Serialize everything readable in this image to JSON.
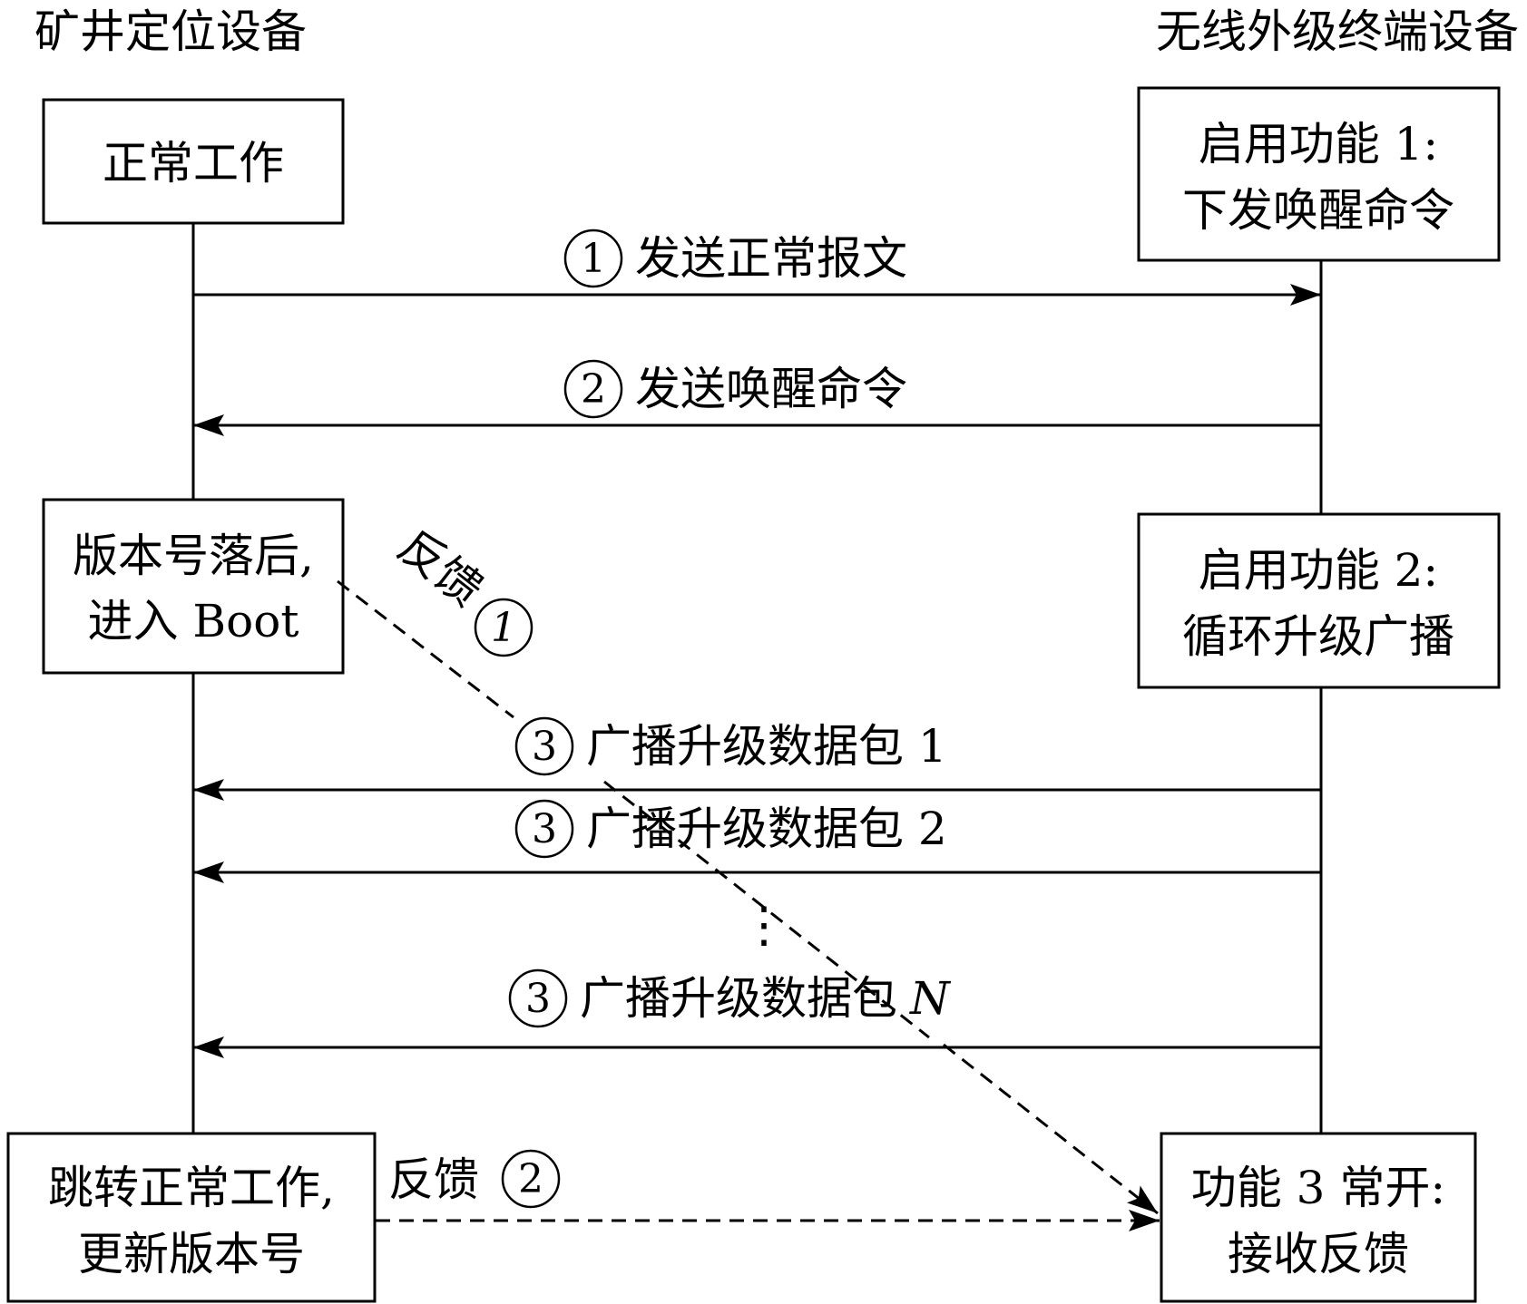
{
  "participants": {
    "left": "矿井定位设备",
    "right": "无线外级终端设备"
  },
  "left_boxes": {
    "normal_work": [
      "正常工作"
    ],
    "boot": [
      "版本号落后,",
      "进入 Boot"
    ],
    "jump": [
      "跳转正常工作,",
      "更新版本号"
    ]
  },
  "right_boxes": {
    "func1": [
      "启用功能 1:",
      "下发唤醒命令"
    ],
    "func2": [
      "启用功能 2:",
      "循环升级广播"
    ],
    "func3": [
      "功能 3 常开:",
      "接收反馈"
    ]
  },
  "messages": {
    "m1": {
      "step": "1",
      "text": "发送正常报文"
    },
    "m2": {
      "step": "2",
      "text": "发送唤醒命令"
    },
    "m3a": {
      "step": "3",
      "text": "广播升级数据包 1"
    },
    "m3b": {
      "step": "3",
      "text": "广播升级数据包 2"
    },
    "m3n": {
      "step": "3",
      "text": "广播升级数据包",
      "suffix": "N"
    }
  },
  "ellipsis": "⋮",
  "feedback1": {
    "text": "反馈",
    "step": "1"
  },
  "feedback2": {
    "text": "反馈",
    "step": "2"
  }
}
